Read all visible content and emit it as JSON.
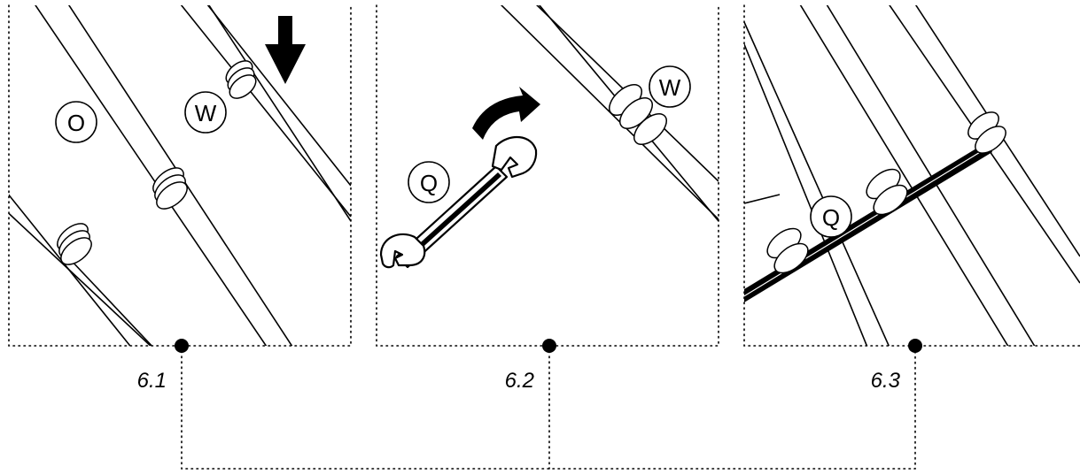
{
  "panels": [
    {
      "id": "6.1",
      "step": "6.1",
      "callouts": [
        "O",
        "W"
      ]
    },
    {
      "id": "6.2",
      "step": "6.2",
      "callouts": [
        "Q",
        "W"
      ]
    },
    {
      "id": "6.3",
      "step": "6.3",
      "callouts": [
        "Q"
      ]
    }
  ],
  "icons": {
    "panel1_arrow": "arrow-down-icon",
    "panel2_arrow": "curved-arrow-icon",
    "tool": "wrench-icon"
  }
}
